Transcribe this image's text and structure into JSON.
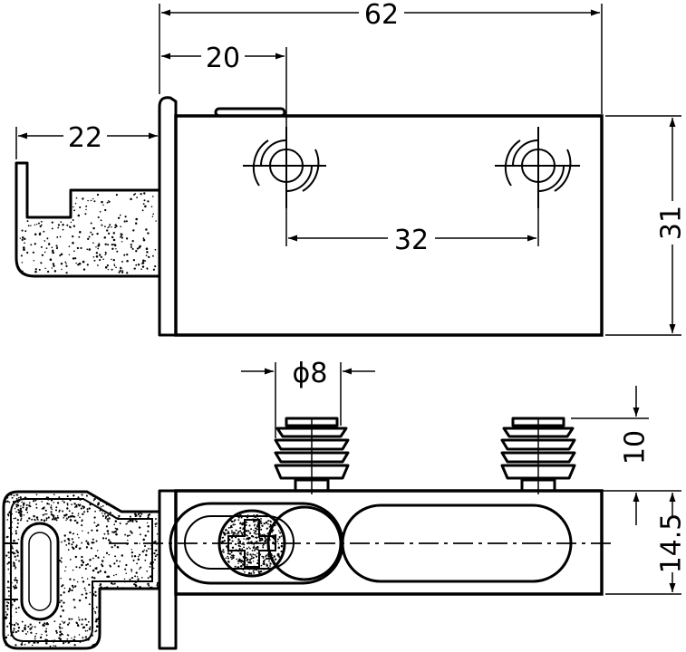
{
  "top_view": {
    "dim_overall_width": "62",
    "dim_hole_offset": "20",
    "dim_clamp_depth": "22",
    "dim_hole_spacing": "32",
    "dim_height": "31"
  },
  "bottom_view": {
    "dim_plug_diameter": "ϕ8",
    "dim_plug_length": "10",
    "dim_body_height": "14.5"
  }
}
